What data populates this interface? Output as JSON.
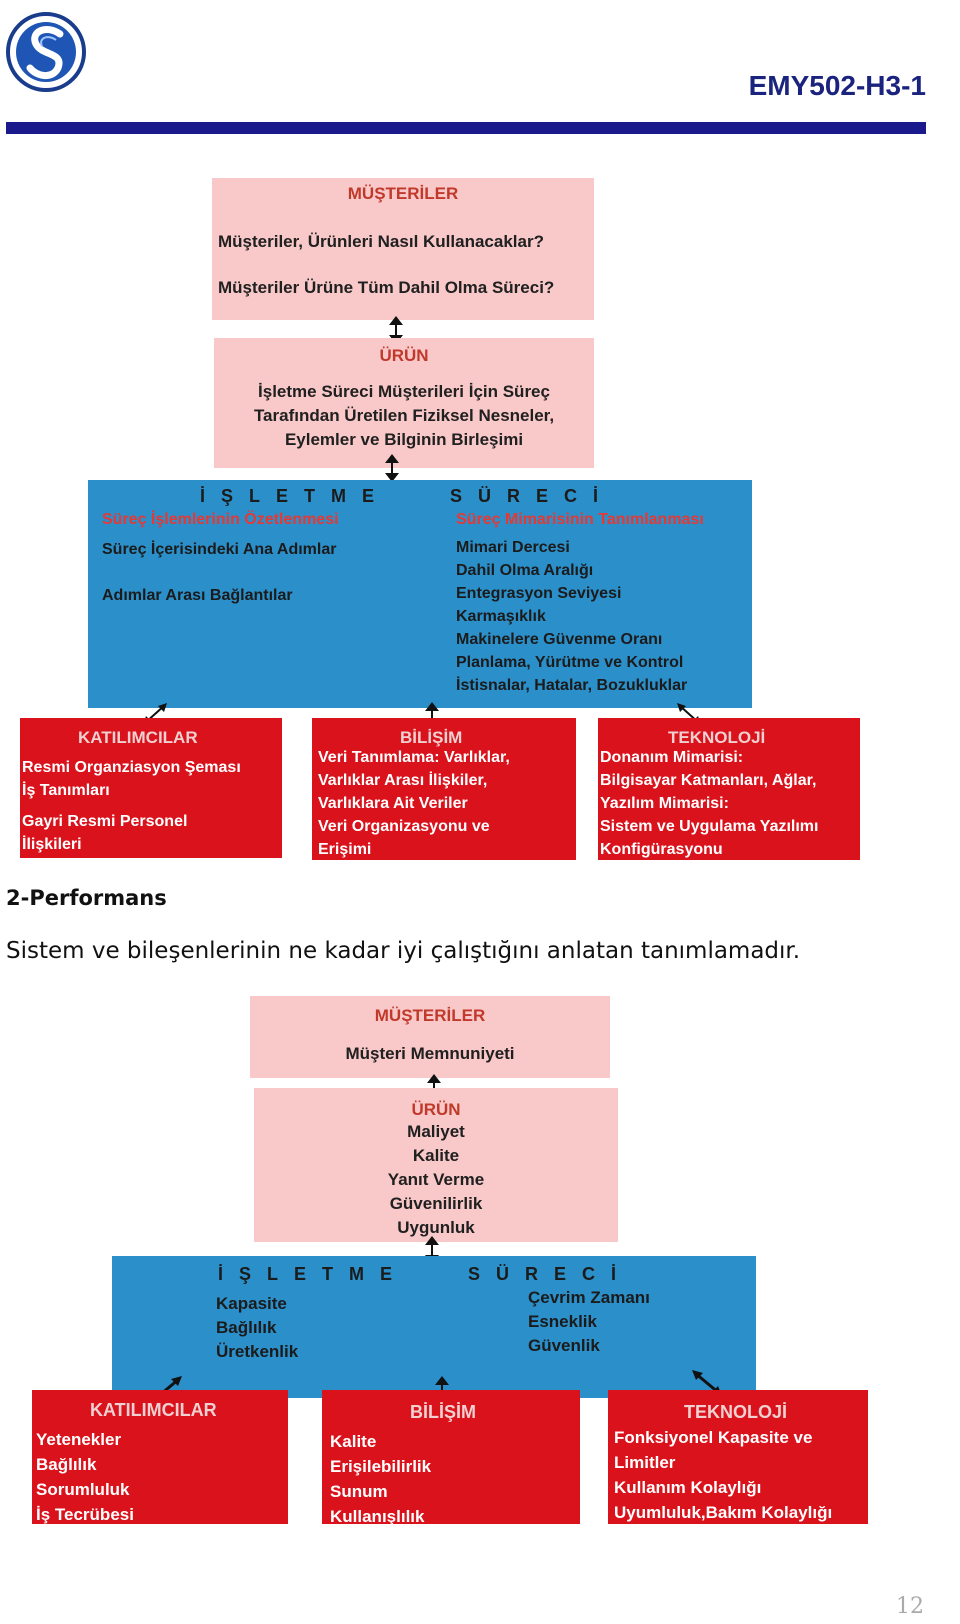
{
  "header": {
    "doc_code": "EMY502-H3-1"
  },
  "diagram1": {
    "musteriler": {
      "title": "MÜŞTERİLER",
      "lines": [
        "Müşteriler, Ürünleri  Nasıl Kullanacaklar?",
        "Müşteriler Ürüne Tüm Dahil  Olma Süreci?"
      ]
    },
    "urun": {
      "title": "ÜRÜN",
      "lines": [
        "İşletme Süreci Müşterileri İçin Süreç",
        "Tarafından Üretilen Fiziksel Nesneler,",
        "Eylemler ve Bilginin Birleşimi"
      ]
    },
    "isletme": {
      "title_left": "İŞLETME",
      "title_right": "SÜRECİ",
      "left_heading": "Süreç İşlemlerinin Özetlenmesi",
      "left_lines": [
        "Süreç İçerisindeki Ana Adımlar",
        "Adımlar Arası Bağlantılar"
      ],
      "right_heading": "Süreç Mimarisinin Tanımlanması",
      "right_lines": [
        "Mimari Dercesi",
        "Dahil Olma Aralığı",
        "Entegrasyon Seviyesi",
        "Karmaşıklık",
        "Makinelere Güvenme Oranı",
        "Planlama, Yürütme ve Kontrol",
        "İstisnalar, Hatalar, Bozukluklar"
      ]
    },
    "katilimcilar": {
      "title": "KATILIMCILAR",
      "lines": [
        "Resmi Organziasyon Şeması",
        "İş Tanımları",
        "Gayri Resmi Personel",
        "İlişkileri"
      ]
    },
    "bilisim": {
      "title": "BİLİŞİM",
      "lines": [
        "Veri Tanımlama: Varlıklar,",
        "Varlıklar Arası İlişkiler,",
        "Varlıklara Ait Veriler",
        "Veri Organizasyonu ve",
        "Erişimi"
      ]
    },
    "teknoloji": {
      "title": "TEKNOLOJİ",
      "lines": [
        "Donanım Mimarisi:",
        "Bilgisayar Katmanları, Ağlar,",
        "Yazılım Mimarisi:",
        "Sistem ve Uygulama Yazılımı",
        "Konfigürasyonu"
      ]
    }
  },
  "section": {
    "title": "2-Performans",
    "body": "Sistem ve bileşenlerinin ne kadar iyi çalıştığını anlatan tanımlamadır."
  },
  "diagram2": {
    "musteriler": {
      "title": "MÜŞTERİLER",
      "lines": [
        "Müşteri Memnuniyeti"
      ]
    },
    "urun": {
      "title": "ÜRÜN",
      "lines": [
        "Maliyet",
        "Kalite",
        "Yanıt Verme",
        "Güvenilirlik",
        "Uygunluk"
      ]
    },
    "isletme": {
      "title_left": "İŞLETME",
      "title_right": "SÜRECİ",
      "left_lines": [
        "Kapasite",
        "Bağlılık",
        "Üretkenlik"
      ],
      "right_lines": [
        "Çevrim Zamanı",
        "Esneklik",
        "Güvenlik"
      ]
    },
    "katilimcilar": {
      "title": "KATILIMCILAR",
      "lines": [
        "Yetenekler",
        "Bağlılık",
        "Sorumluluk",
        "İş Tecrübesi"
      ]
    },
    "bilisim": {
      "title": "BİLİŞİM",
      "lines": [
        "Kalite",
        "Erişilebilirlik",
        "Sunum",
        "Kullanışlılık"
      ]
    },
    "teknoloji": {
      "title": "TEKNOLOJİ",
      "lines": [
        "Fonksiyonel Kapasite ve",
        "Limitler",
        "Kullanım Kolaylığı",
        "Uyumluluk,Bakım Kolaylığı"
      ]
    }
  },
  "footer": {
    "page_number": "12"
  },
  "colors": {
    "pink": "#f9c9c9",
    "blue": "#2b8fca",
    "red": "#d9121c",
    "navy": "#1a1a8c"
  }
}
